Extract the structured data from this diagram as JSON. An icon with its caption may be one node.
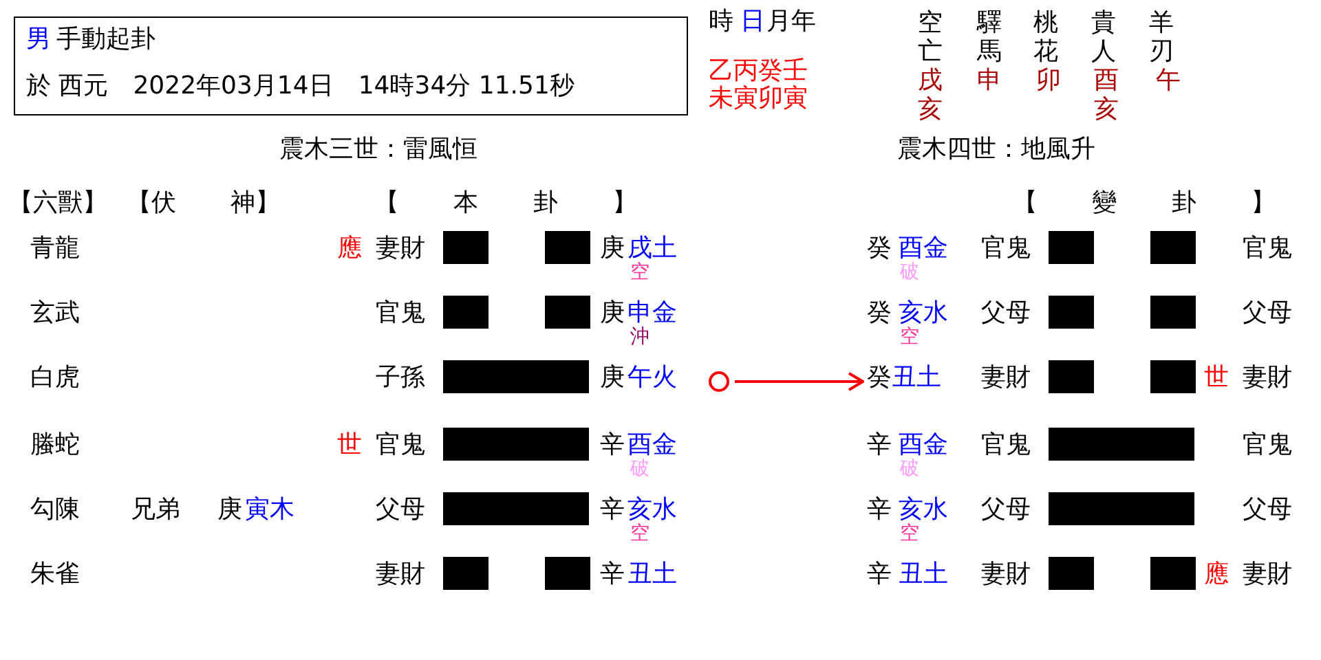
{
  "diagram": {
    "nodes": [
      {
        "text": [
          "男",
          "手動起卦",
          "於 西元　2022年03月14日　14時34分 11.51秒"
        ]
      },
      {
        "text": [],
        "shape": "circle"
      },
      {
        "text": [
          "癸",
          "丑土"
        ]
      }
    ],
    "edges": [
      {
        "from": 1,
        "to": 2,
        "arrow": "to",
        "color": "#ff0000"
      }
    ],
    "labels": [
      "時",
      "日",
      "月年",
      "乙丙癸壬",
      "未寅卯寅",
      "空亡",
      "驛馬",
      "桃花",
      "貴人",
      "羊刃",
      "戌亥",
      "申",
      "卯",
      "酉亥",
      "午",
      "震木三世：雷風恒",
      "震木四世：地風升",
      "【六獸】",
      "【伏 神】",
      "【 本 卦 】",
      "【 變 卦 】",
      "青龍",
      "應",
      "妻財",
      "庚",
      "戌土",
      "空",
      "癸",
      "酉金",
      "破",
      "官鬼",
      "官鬼",
      "玄武",
      "官鬼",
      "庚",
      "申金",
      "沖",
      "癸",
      "亥水",
      "空",
      "父母",
      "父母",
      "白虎",
      "子孫",
      "庚",
      "午火",
      "妻財",
      "世",
      "妻財",
      "螣蛇",
      "世",
      "官鬼",
      "辛",
      "酉金",
      "破",
      "辛",
      "酉金",
      "破",
      "官鬼",
      "官鬼",
      "勾陳",
      "兄弟",
      "庚",
      "寅木",
      "父母",
      "辛",
      "亥水",
      "空",
      "辛",
      "亥水",
      "空",
      "父母",
      "父母",
      "朱雀",
      "妻財",
      "辛",
      "丑土",
      "辛",
      "丑土",
      "妻財",
      "應",
      "妻財"
    ]
  }
}
